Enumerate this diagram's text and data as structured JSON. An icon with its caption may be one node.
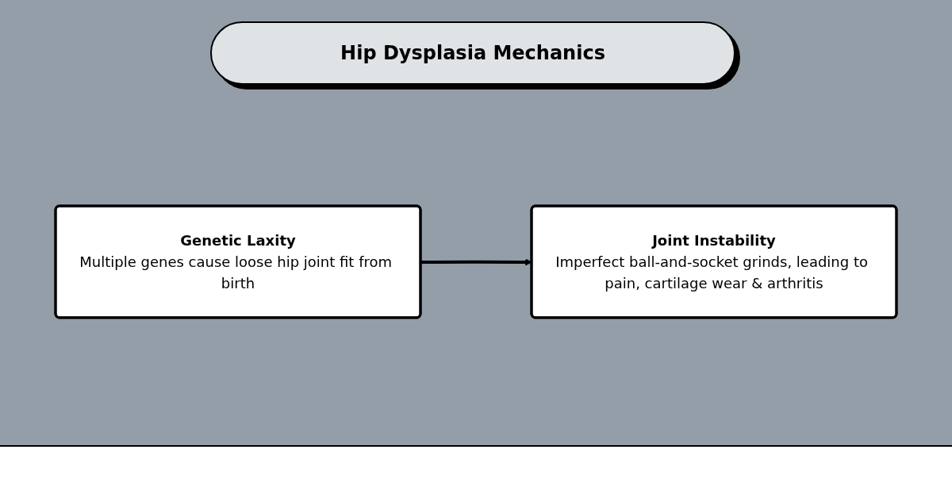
{
  "diagram": {
    "title": "Hip Dysplasia Mechanics",
    "nodes": [
      {
        "text": [
          "Genetic Laxity",
          "Multiple genes cause loose hip joint fit from birth"
        ]
      },
      {
        "text": [
          "Joint Instability",
          "Imperfect ball-and-socket grinds, leading to pain, cartilage wear & arthritis"
        ]
      }
    ],
    "edges": [
      {
        "from": 0,
        "to": 1,
        "arrow": "to"
      }
    ]
  }
}
